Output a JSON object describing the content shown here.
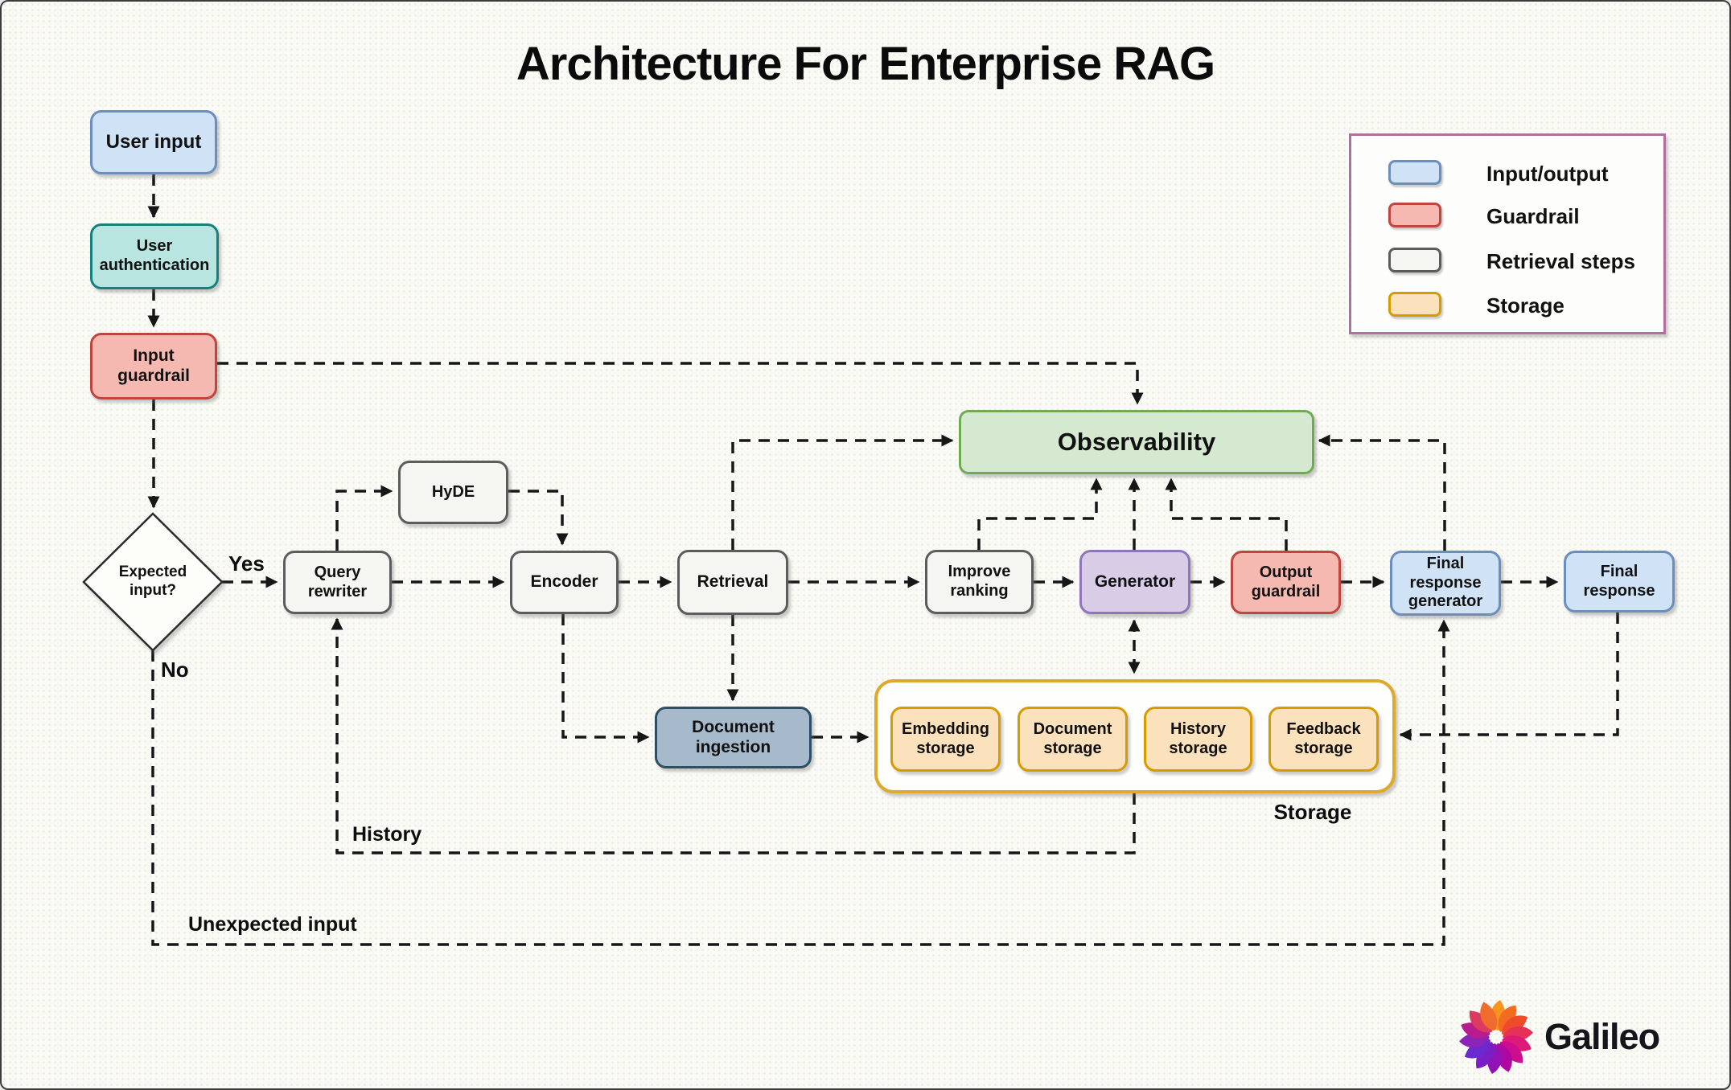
{
  "title": "Architecture For Enterprise RAG",
  "nodes": {
    "user_input": "User input",
    "user_authentication": "User authentication",
    "input_guardrail": "Input guardrail",
    "expected_input": "Expected input?",
    "query_rewriter": "Query rewriter",
    "hyde": "HyDE",
    "encoder": "Encoder",
    "retrieval": "Retrieval",
    "improve_ranking": "Improve ranking",
    "generator": "Generator",
    "output_guardrail": "Output guardrail",
    "final_response_generator": "Final response generator",
    "final_response": "Final response",
    "observability": "Observability",
    "document_ingestion": "Document ingestion",
    "embedding_storage": "Embedding storage",
    "document_storage": "Document storage",
    "history_storage": "History storage",
    "feedback_storage": "Feedback storage",
    "storage_group": "Storage"
  },
  "edge_labels": {
    "yes": "Yes",
    "no": "No",
    "history": "History",
    "unexpected": "Unexpected input"
  },
  "legend": {
    "items": [
      {
        "label": "Input/output"
      },
      {
        "label": "Guardrail"
      },
      {
        "label": "Retrieval steps"
      },
      {
        "label": "Storage"
      }
    ]
  },
  "colors": {
    "io_fill": "#cfe2f6",
    "io_stroke": "#6c8ebf",
    "auth_fill": "#b9e5e1",
    "auth_stroke": "#15817f",
    "guardrail_fill": "#f5b9b2",
    "guardrail_stroke": "#c0453e",
    "retrieval_fill": "#f5f5f2",
    "retrieval_stroke": "#5c5c5c",
    "generator_fill": "#d8cce7",
    "generator_stroke": "#8f76b8",
    "observability_fill": "#d5e8d0",
    "observability_stroke": "#70aa55",
    "ingestion_fill": "#a6bacc",
    "ingestion_stroke": "#2c4f63",
    "storage_fill": "#fbe2bd",
    "storage_stroke": "#d79b00",
    "storage_container_stroke": "#ddaa2e",
    "legend_border": "#b06f9e",
    "connector": "#161616"
  },
  "logo": {
    "text": "Galileo",
    "petals": [
      "#F7941E",
      "#F26B21",
      "#EE4B2B",
      "#E73055",
      "#DD1A78",
      "#CC0D8E",
      "#B007A3",
      "#9312B5",
      "#7A1FC5",
      "#6B2ACF",
      "#8C24B8",
      "#B81D90",
      "#DC3A5E",
      "#EF6C2D"
    ]
  }
}
